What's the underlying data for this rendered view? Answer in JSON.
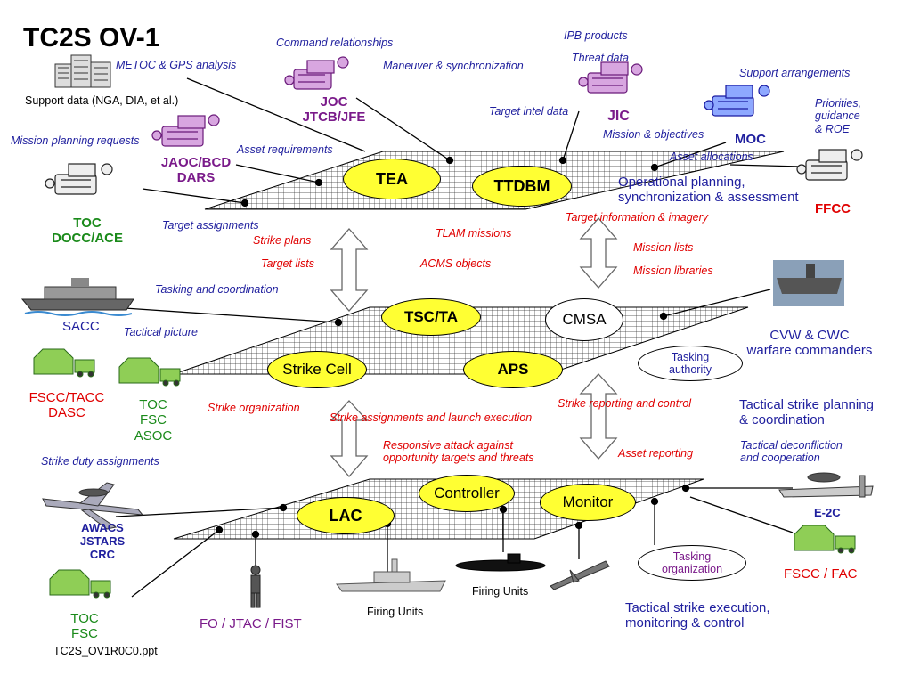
{
  "title": "TC2S OV-1",
  "footer": "TC2S_OV1R0C0.ppt",
  "nodes": {
    "tea": "TEA",
    "ttdbm": "TTDBM",
    "tsc_ta": "TSC/TA",
    "cmsa": "CMSA",
    "strike_cell": "Strike Cell",
    "aps": "APS",
    "controller": "Controller",
    "monitor": "Monitor",
    "lac": "LAC",
    "tasking_authority": "Tasking authority",
    "tasking_organization": "Tasking organization"
  },
  "entities": {
    "support_data": "Support data (NGA, DIA, et al.)",
    "joc": "JOC\nJTCB/JFE",
    "jaoc": "JAOC/BCD\nDARS",
    "toc_docc": "TOC\nDOCC/ACE",
    "jic": "JIC",
    "moc": "MOC",
    "ffcc": "FFCC",
    "sacc": "SACC",
    "fscc_tacc": "FSCC/TACC\nDASC",
    "toc_fsc_asoc": "TOC\nFSC\nASOC",
    "cvw": "CVW & CWC\nwarfare commanders",
    "awacs": "AWACS\nJSTARS\nCRC",
    "toc_fsc": "TOC\nFSC",
    "fo": "FO / JTAC / FIST",
    "firing_units_1": "Firing Units",
    "firing_units_2": "Firing Units",
    "e2c": "E-2C",
    "fscc_fac": "FSCC / FAC"
  },
  "labels": {
    "command_relationships": "Command relationships",
    "ipb_products": "IPB products",
    "metoc": "METOC & GPS analysis",
    "maneuver": "Maneuver & synchronization",
    "threat_data": "Threat data",
    "support_arrangements": "Support arrangements",
    "priorities": "Priorities,\nguidance\n& ROE",
    "target_intel": "Target intel data",
    "mission_planning": "Mission planning requests",
    "asset_requirements": "Asset requirements",
    "mission_objectives": "Mission & objectives",
    "asset_allocations": "Asset allocations",
    "target_assignments": "Target assignments",
    "tasking_coordination": "Tasking and coordination",
    "tactical_picture": "Tactical picture",
    "strike_duty": "Strike duty assignments",
    "strike_plans": "Strike plans",
    "target_lists": "Target lists",
    "tlam_missions": "TLAM missions",
    "acms_objects": "ACMS objects",
    "target_info_imagery": "Target information & imagery",
    "mission_lists": "Mission lists",
    "mission_libraries": "Mission libraries",
    "strike_organization": "Strike organization",
    "strike_assignments": "Strike assignments and launch execution",
    "responsive_attack": "Responsive attack against\nopportunity targets and threats",
    "strike_reporting": "Strike reporting and control",
    "asset_reporting": "Asset reporting",
    "tactical_deconfliction": "Tactical deconfliction\nand cooperation"
  },
  "captions": {
    "operational": "Operational planning,\nsynchronization & assessment",
    "tactical_planning": "Tactical strike planning\n& coordination",
    "tactical_execution": "Tactical strike execution,\nmonitoring & control"
  }
}
